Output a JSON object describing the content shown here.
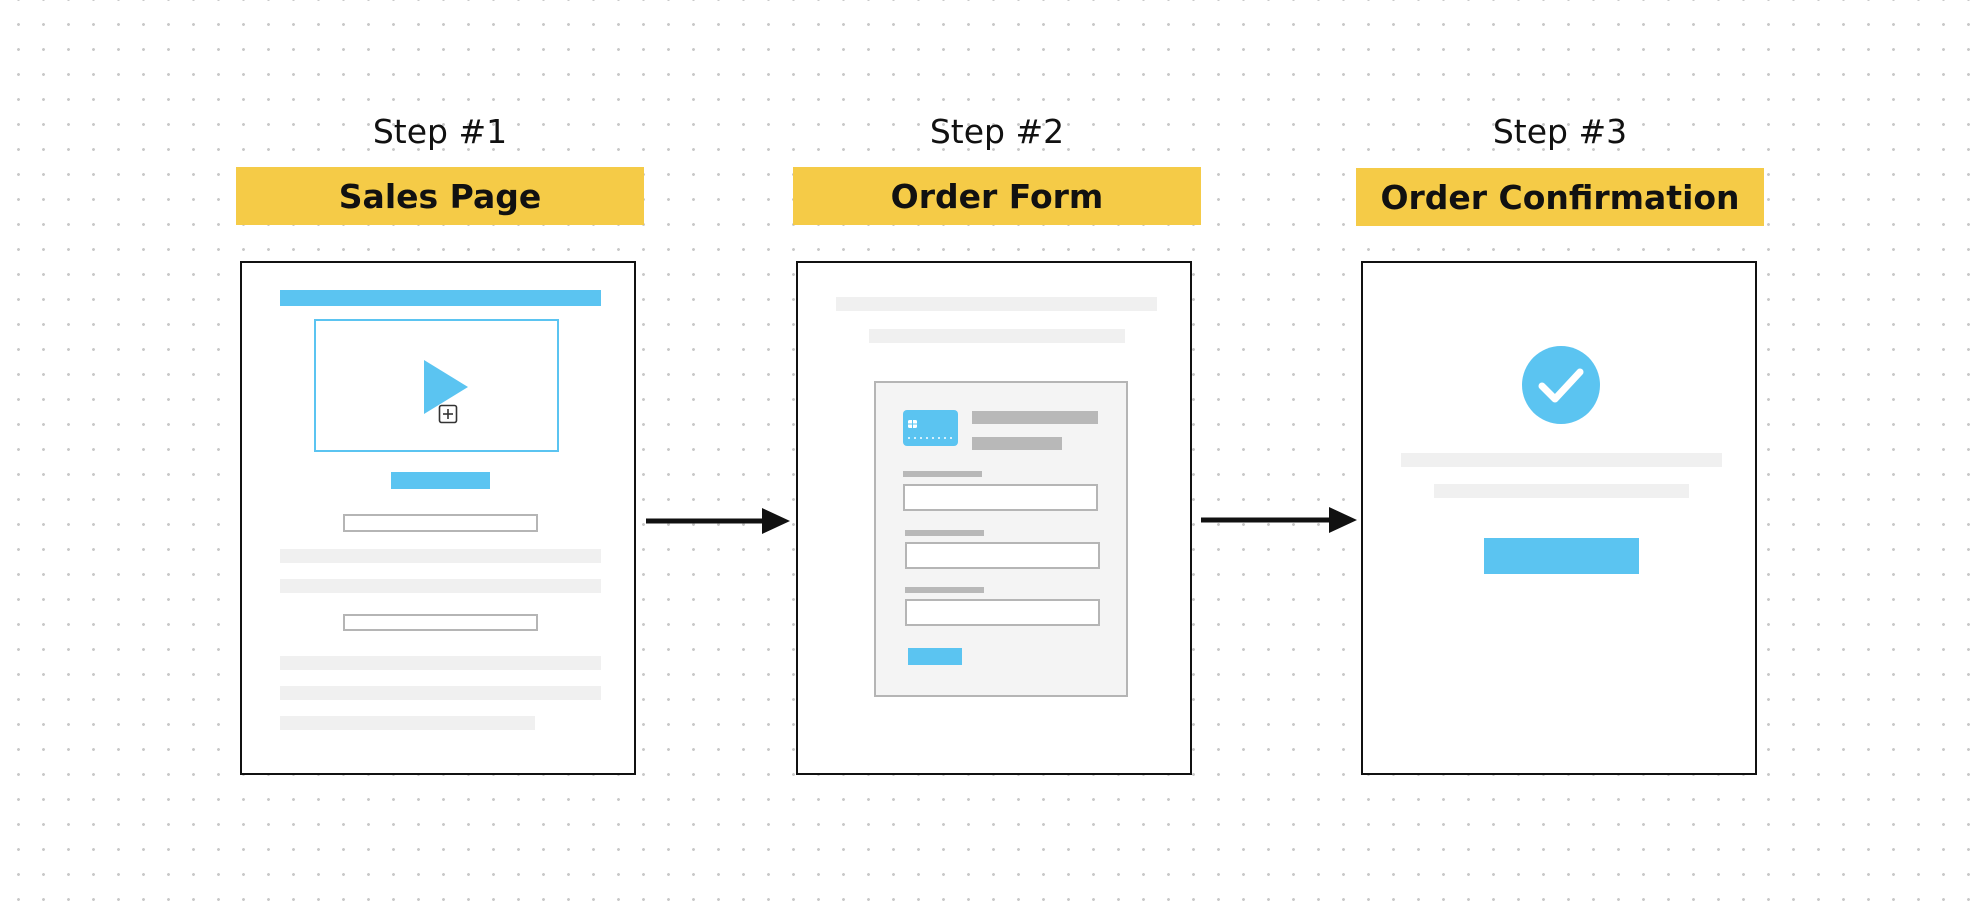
{
  "steps": [
    {
      "label": "Step #1",
      "title": "Sales Page"
    },
    {
      "label": "Step #2",
      "title": "Order Form"
    },
    {
      "label": "Step #3",
      "title": "Order Confirmation"
    }
  ],
  "colors": {
    "title_bg": "#f5cb47",
    "accent_blue": "#5bc4f1",
    "placeholder_gray": "#f0f0f0",
    "border_gray": "#b5b5b5",
    "outline": "#111111"
  },
  "icons": {
    "video": "play-icon",
    "add": "plus-square-icon",
    "card": "credit-card-icon",
    "confirm": "checkmark-circle-icon",
    "connector": "arrow-right-icon"
  }
}
